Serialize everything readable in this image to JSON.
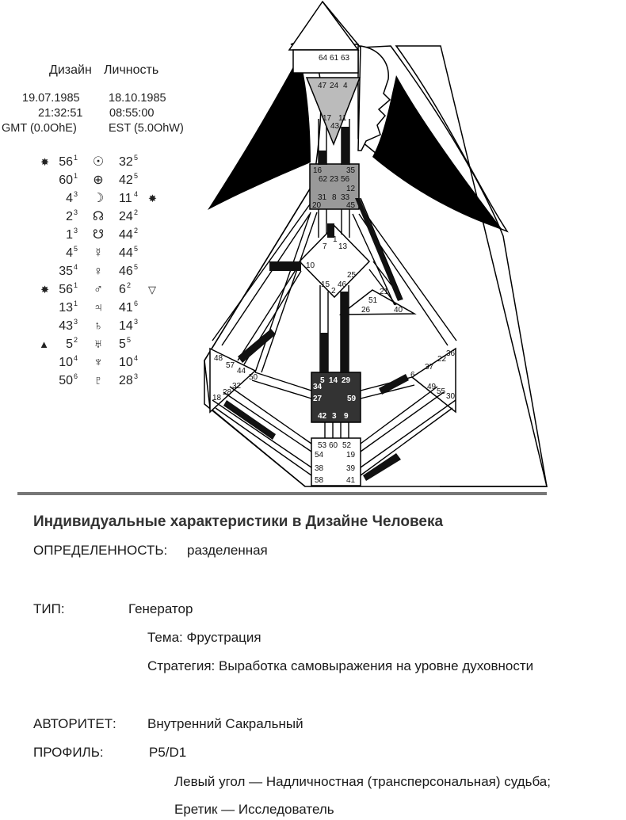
{
  "colors": {
    "black": "#000000",
    "head": "#bbbbbb",
    "throat": "#999999",
    "g_center": "#6a6a6a",
    "sacral": "#333333",
    "defined_channel": "#111111",
    "divider": "#777777"
  },
  "chart": {
    "design_label": "Дизайн",
    "personality_label": "Личность",
    "design": {
      "date": "19.07.1985",
      "time": "21:32:51",
      "zone": "GMT (0.0OhE)"
    },
    "personality": {
      "date": "18.10.1985",
      "time": "08:55:00",
      "zone": "EST (5.0OhW)"
    },
    "planets": [
      {
        "glyph": "☉",
        "design_mark": "✸",
        "design": "56",
        "design_line": "1",
        "personality": "32",
        "personality_line": "5",
        "personality_mark": ""
      },
      {
        "glyph": "⊕",
        "design_mark": "",
        "design": "60",
        "design_line": "1",
        "personality": "42",
        "personality_line": "5",
        "personality_mark": ""
      },
      {
        "glyph": "☽",
        "design_mark": "",
        "design": "4",
        "design_line": "3",
        "personality": "11",
        "personality_line": "4",
        "personality_mark": "✸"
      },
      {
        "glyph": "☊",
        "design_mark": "",
        "design": "2",
        "design_line": "3",
        "personality": "24",
        "personality_line": "2",
        "personality_mark": ""
      },
      {
        "glyph": "☋",
        "design_mark": "",
        "design": "1",
        "design_line": "3",
        "personality": "44",
        "personality_line": "2",
        "personality_mark": ""
      },
      {
        "glyph": "☿",
        "design_mark": "",
        "design": "4",
        "design_line": "5",
        "personality": "44",
        "personality_line": "5",
        "personality_mark": ""
      },
      {
        "glyph": "♀",
        "design_mark": "",
        "design": "35",
        "design_line": "4",
        "personality": "46",
        "personality_line": "5",
        "personality_mark": ""
      },
      {
        "glyph": "♂",
        "design_mark": "✸",
        "design": "56",
        "design_line": "1",
        "personality": "6",
        "personality_line": "2",
        "personality_mark": "▽"
      },
      {
        "glyph": "♃",
        "design_mark": "",
        "design": "13",
        "design_line": "1",
        "personality": "41",
        "personality_line": "6",
        "personality_mark": ""
      },
      {
        "glyph": "♄",
        "design_mark": "",
        "design": "43",
        "design_line": "3",
        "personality": "14",
        "personality_line": "3",
        "personality_mark": ""
      },
      {
        "glyph": "♅",
        "design_mark": "▲",
        "design": "5",
        "design_line": "2",
        "personality": "5",
        "personality_line": "5",
        "personality_mark": ""
      },
      {
        "glyph": "♆",
        "design_mark": "",
        "design": "10",
        "design_line": "4",
        "personality": "10",
        "personality_line": "4",
        "personality_mark": ""
      },
      {
        "glyph": "♇",
        "design_mark": "",
        "design": "50",
        "design_line": "6",
        "personality": "28",
        "personality_line": "3",
        "personality_mark": ""
      }
    ],
    "gates": {
      "g64": "64",
      "g61": "61",
      "g63": "63",
      "g47": "47",
      "g24": "24",
      "g4": "4",
      "g17": "17",
      "g43": "43",
      "g11": "11",
      "g62": "62",
      "g23": "23",
      "g56": "56",
      "g16": "16",
      "g35": "35",
      "g12": "12",
      "g20": "20",
      "g31": "31",
      "g8": "8",
      "g33": "33",
      "g45": "45",
      "g1": "1",
      "g7": "7",
      "g13": "13",
      "g10": "10",
      "g25": "25",
      "g15": "15",
      "g2": "2",
      "g46": "46",
      "g21": "21",
      "g51": "51",
      "g26": "26",
      "g40": "40",
      "g48": "48",
      "g57": "57",
      "g44": "44",
      "g50": "50",
      "g32": "32",
      "g28": "28",
      "g18": "18",
      "g36": "36",
      "g22": "22",
      "g37": "37",
      "g6": "6",
      "g49": "49",
      "g55": "55",
      "g30": "30",
      "g5": "5",
      "g14": "14",
      "g29": "29",
      "g34": "34",
      "g27": "27",
      "g59": "59",
      "g42": "42",
      "g3": "3",
      "g9": "9",
      "g53": "53",
      "g60": "60",
      "g52": "52",
      "g54": "54",
      "g19": "19",
      "g38": "38",
      "g39": "39",
      "g58": "58",
      "g41": "41"
    }
  },
  "report": {
    "title": "Индивидуальные характеристики в Дизайне Человека",
    "definition_label": "ОПРЕДЕЛЕННОСТЬ:",
    "definition_value": "разделенная",
    "type_label": "ТИП:",
    "type_value": "Генератор",
    "theme": "Тема: Фрустрация",
    "strategy": "Стратегия: Выработка самовыражения на уровне духовности",
    "authority_label": "АВТОРИТЕТ:",
    "authority_value": "Внутренний Сакральный",
    "profile_label": "ПРОФИЛЬ:",
    "profile_value": "P5/D1",
    "angle": "Левый угол — Надличностная (трансперсональная) судьба;",
    "roles": "Еретик — Исследователь"
  }
}
